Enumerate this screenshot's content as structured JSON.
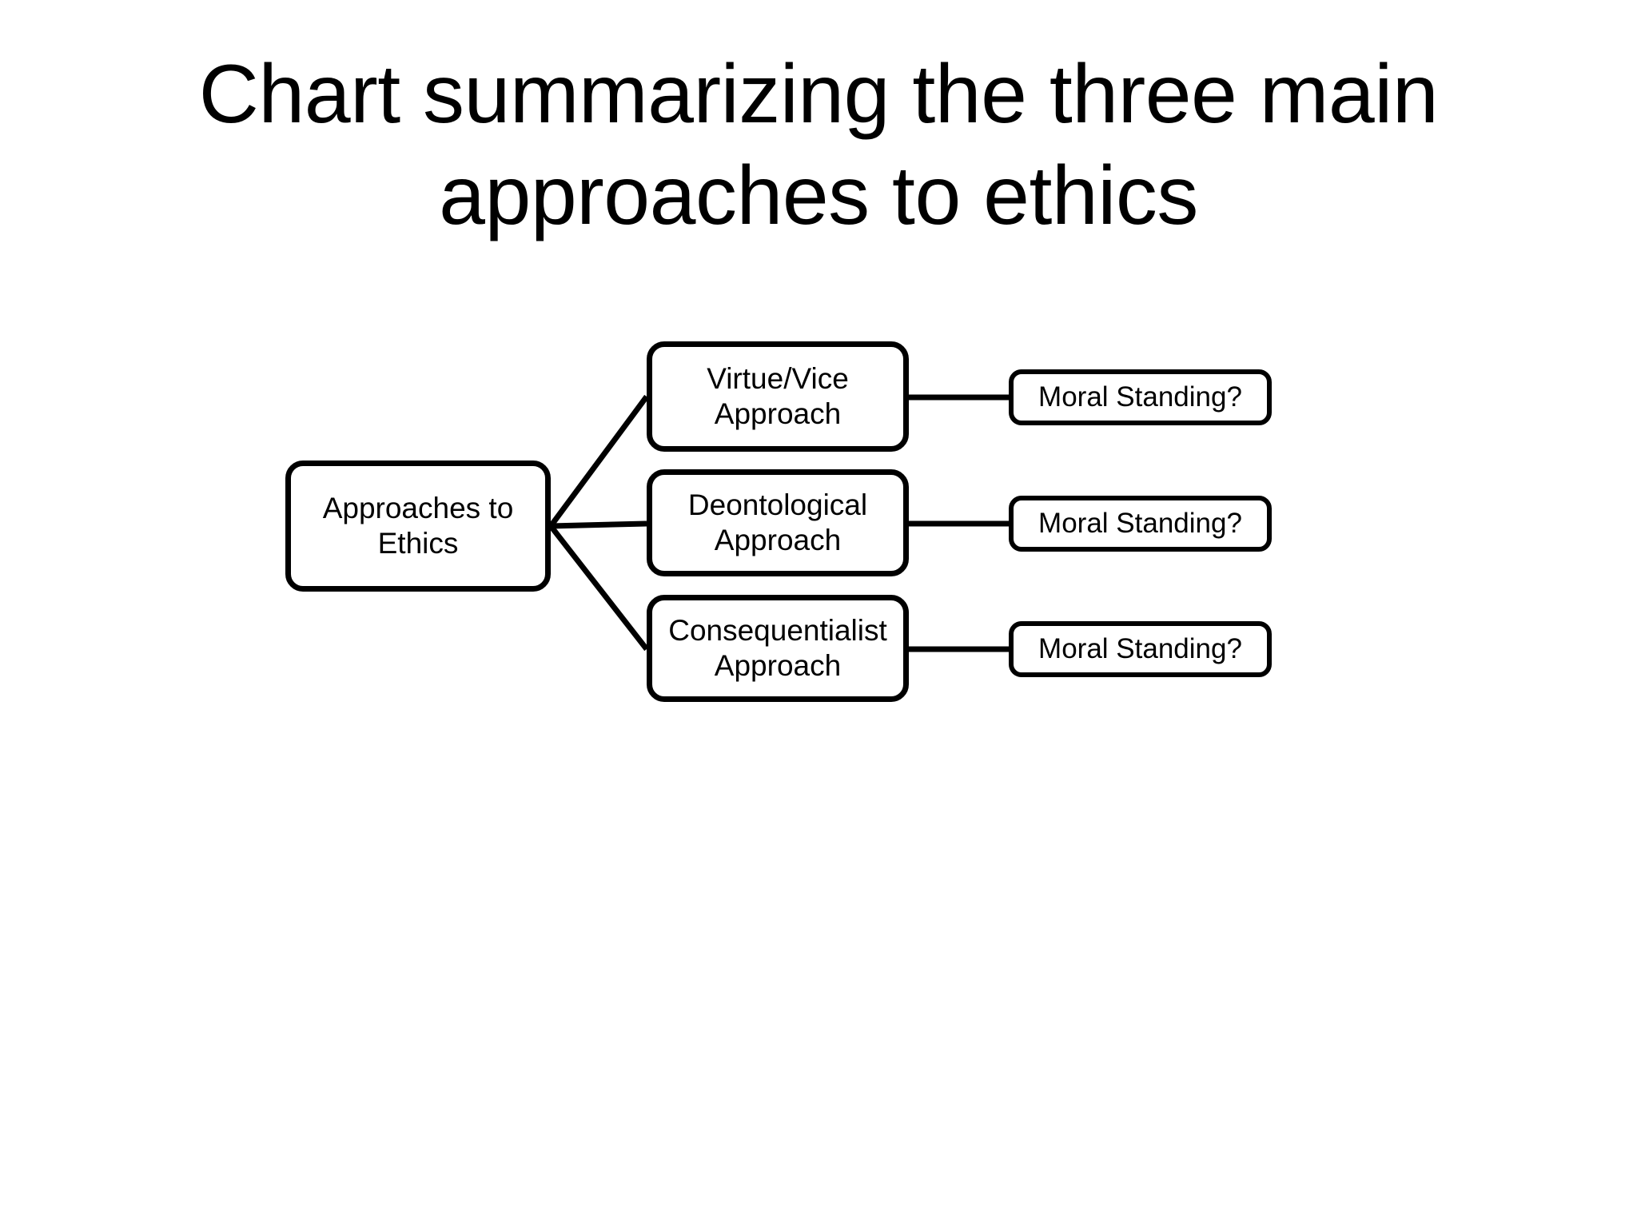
{
  "slide": {
    "title": "Chart summarizing the three main approaches to ethics",
    "background_color": "#ffffff",
    "line_color": "#000000",
    "text_color": "#000000"
  },
  "chart_data": {
    "type": "diagram",
    "title": "Chart summarizing the three main approaches to ethics",
    "layout": "horizontal tree, root on left, three branches, one leaf per branch",
    "root": {
      "id": "approaches-to-ethics",
      "label": "Approaches to Ethics"
    },
    "branches": [
      {
        "id": "virtue-vice-approach",
        "label": "Virtue/Vice Approach",
        "leaf": {
          "id": "moral-standing-1",
          "label": "Moral Standing?"
        }
      },
      {
        "id": "deontological-approach",
        "label": "Deontological Approach",
        "leaf": {
          "id": "moral-standing-2",
          "label": "Moral Standing?"
        }
      },
      {
        "id": "consequentialist-approach",
        "label": "Consequentialist Approach",
        "leaf": {
          "id": "moral-standing-3",
          "label": "Moral Standing?"
        }
      }
    ],
    "edges": [
      {
        "from": "approaches-to-ethics",
        "to": "virtue-vice-approach"
      },
      {
        "from": "approaches-to-ethics",
        "to": "deontological-approach"
      },
      {
        "from": "approaches-to-ethics",
        "to": "consequentialist-approach"
      },
      {
        "from": "virtue-vice-approach",
        "to": "moral-standing-1"
      },
      {
        "from": "deontological-approach",
        "to": "moral-standing-2"
      },
      {
        "from": "consequentialist-approach",
        "to": "moral-standing-3"
      }
    ],
    "node_count": 7,
    "edge_count": 6
  }
}
